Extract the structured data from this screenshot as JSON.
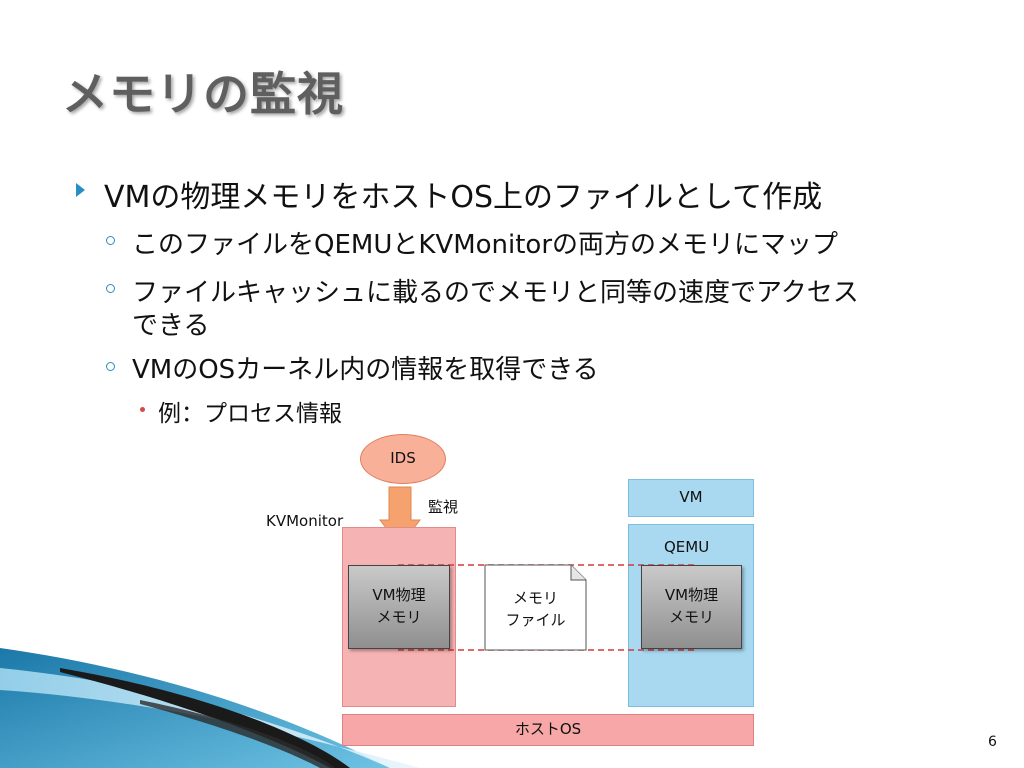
{
  "title": "メモリの監視",
  "bullets": {
    "b1": "VMの物理メモリをホストOS上のファイルとして作成",
    "b1_1": "このファイルをQEMUとKVMonitorの両方のメモリにマップ",
    "b1_2_line1": "ファイルキャッシュに載るのでメモリと同等の速度でアクセス",
    "b1_2_line2": "できる",
    "b1_3": "VMのOSカーネル内の情報を取得できる",
    "b1_3_1": "例：プロセス情報"
  },
  "diagram": {
    "ids_label": "IDS",
    "monitor_label": "監視",
    "kvmonitor_label": "KVMonitor",
    "vm_label": "VM",
    "qemu_label": "QEMU",
    "vm_phys_mem_left_line1": "VM物理",
    "vm_phys_mem_left_line2": "メモリ",
    "memory_file_line1": "メモリ",
    "memory_file_line2": "ファイル",
    "vm_phys_mem_right_line1": "VM物理",
    "vm_phys_mem_right_line2": "メモリ",
    "host_os_label": "ホストOS"
  },
  "page_number": "6",
  "colors": {
    "accent_blue": "#2a8ec2",
    "kvmonitor_fill": "#f6b3b3",
    "qemu_fill": "#a8d9f0",
    "host_os_fill": "#f7a7a7",
    "ids_fill": "#f8b098",
    "dashed_line": "#d23a3a"
  }
}
